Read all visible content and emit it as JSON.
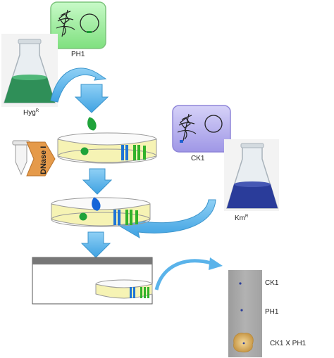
{
  "labels": {
    "ph1_top": "PH1",
    "hyg_base": "Hyg",
    "hyg_sup": "R",
    "ck1_top": "CK1",
    "km_base": "Km",
    "km_sup": "R",
    "dnase": "DNase I"
  },
  "result_rows": [
    "CK1",
    "PH1",
    "CK1 X PH1"
  ],
  "colors": {
    "ph1_box": "#9ef09e",
    "ck1_box": "#b7b1ee",
    "hyg_liquid": "#2f8f58",
    "km_liquid": "#2a3c9a",
    "arrow_blue": "#5ab3ea",
    "agar": "#f6f3b4",
    "band_blue": "#1e74d6",
    "band_green": "#31b22a",
    "droplet_green": "#1fa33a",
    "droplet_blue": "#1565d8",
    "plate_photo": "#aaaaaa",
    "colony": "#e4c07a"
  },
  "icons": [
    "plasmid-icon",
    "plant-sketch-icon",
    "flask-icon",
    "tube-icon",
    "petri-dish-icon",
    "droplet-icon",
    "curved-arrow-icon"
  ]
}
